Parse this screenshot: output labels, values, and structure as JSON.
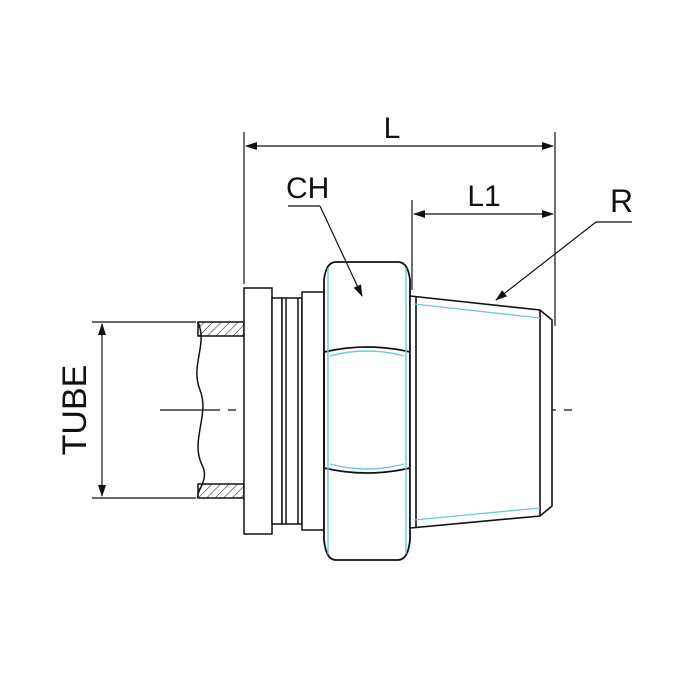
{
  "labels": {
    "overall_length": "L",
    "thread_length": "L1",
    "hex_width": "CH",
    "thread": "R",
    "tube": "TUBE"
  },
  "colors": {
    "line": "#111111",
    "accent": "#6ec8d4",
    "background": "#ffffff"
  }
}
